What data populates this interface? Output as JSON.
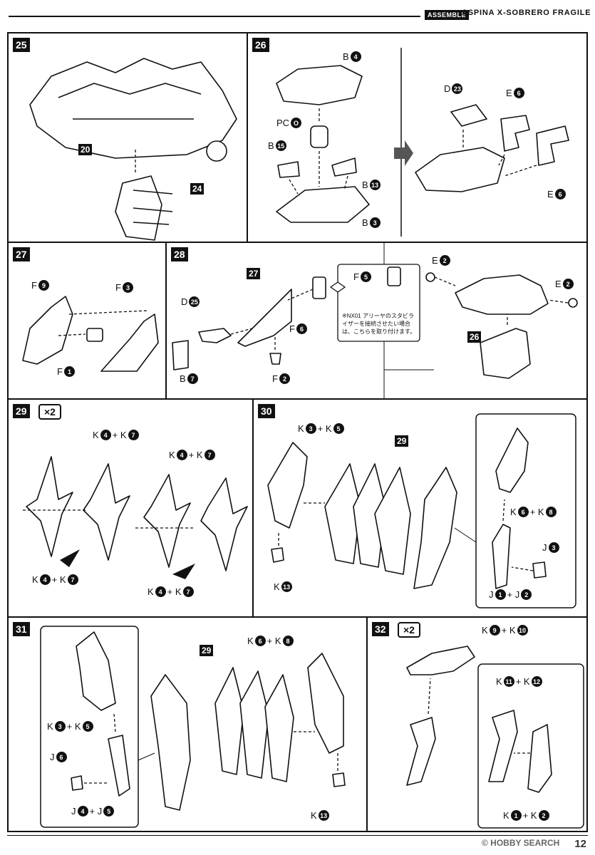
{
  "header": {
    "tag": "ASSEMBLE",
    "title": "ASPINA  X-SOBRERO FRAGILE"
  },
  "steps": {
    "s25": {
      "no": "25",
      "sub1": "20",
      "sub2": "24"
    },
    "s26": {
      "no": "26",
      "l1a": "B",
      "l1b": "4",
      "l2a": "PC",
      "l2b": "O",
      "l3a": "B",
      "l3b": "15",
      "l4a": "B",
      "l4b": "13",
      "l5a": "B",
      "l5b": "3",
      "l6a": "D",
      "l6b": "23",
      "l7a": "E",
      "l7b": "6",
      "l8a": "E",
      "l8b": "6"
    },
    "s27": {
      "no": "27",
      "l1a": "F",
      "l1b": "9",
      "l2a": "F",
      "l2b": "3",
      "l3a": "F",
      "l3b": "1"
    },
    "s28": {
      "no": "28",
      "sub27": "27",
      "sub26": "26",
      "l1a": "D",
      "l1b": "25",
      "l2a": "B",
      "l2b": "7",
      "l3a": "F",
      "l3b": "6",
      "l4a": "F",
      "l4b": "2",
      "l5a": "F",
      "l5b": "5",
      "l6a": "E",
      "l6b": "2",
      "l7a": "E",
      "l7b": "2",
      "note": "※NX01 アリーヤのスタビライザーを接続させたい場合は、こちらを取り付けます。"
    },
    "s29": {
      "no": "29",
      "times": "×2",
      "t1": "K",
      "t1b": "4",
      "t1c": "+ K",
      "t1d": "7",
      "t2": "K",
      "t2b": "4",
      "t2c": "+ K",
      "t2d": "7",
      "t3": "K",
      "t3b": "4",
      "t3c": "+ K",
      "t3d": "7",
      "t4": "K",
      "t4b": "4",
      "t4c": "+ K",
      "t4d": "7"
    },
    "s30": {
      "no": "30",
      "sub29": "29",
      "a1": "K",
      "a1b": "3",
      "a1c": "+ K",
      "a1d": "5",
      "a2": "K",
      "a2b": "13",
      "a3": "K",
      "a3b": "6",
      "a3c": "+ K",
      "a3d": "8",
      "a4": "J",
      "a4b": "3",
      "a5": "J",
      "a5b": "1",
      "a5c": "+ J",
      "a5d": "2"
    },
    "s31": {
      "no": "31",
      "sub29": "29",
      "a1": "K",
      "a1b": "6",
      "a1c": "+ K",
      "a1d": "8",
      "a2": "K",
      "a2b": "3",
      "a2c": "+ K",
      "a2d": "5",
      "a3": "J",
      "a3b": "6",
      "a4": "J",
      "a4b": "4",
      "a4c": "+ J",
      "a4d": "5",
      "a5": "K",
      "a5b": "13"
    },
    "s32": {
      "no": "32",
      "times": "×2",
      "a1": "K",
      "a1b": "9",
      "a1c": "+ K",
      "a1d": "10",
      "a2": "K",
      "a2b": "11",
      "a2c": "+ K",
      "a2d": "12",
      "a3": "K",
      "a3b": "1",
      "a3c": "+ K",
      "a3d": "2"
    }
  },
  "footer": {
    "watermark": "© HOBBY SEARCH",
    "page": "12"
  }
}
